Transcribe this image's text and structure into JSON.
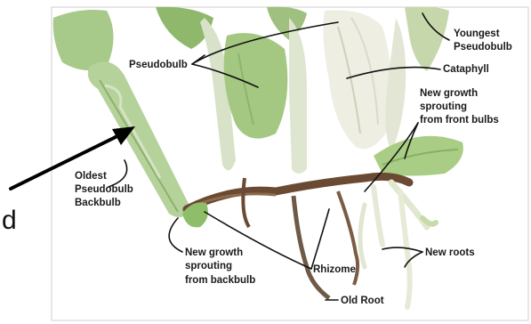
{
  "labels": {
    "pseudobulb": "Pseudobulb",
    "youngest_1": "Youngest",
    "youngest_2": "Pseudobulb",
    "cataphyll": "Cataphyll",
    "new_growth_front_1": "New growth",
    "new_growth_front_2": "sprouting",
    "new_growth_front_3": "from front bulbs",
    "oldest_1": "Oldest",
    "oldest_2": "Pseudobulb",
    "oldest_3": "Backbulb",
    "new_growth_back_1": "New growth",
    "new_growth_back_2": "sprouting",
    "new_growth_back_3": "from backbulb",
    "rhizome": "Rhizome",
    "new_roots": "New roots",
    "old_root": "Old Root"
  },
  "colors": {
    "pseudobulb_green": "#a9c98a",
    "pale_green": "#d9e6b8",
    "cataphyll_white": "#efeee2",
    "rhizome_brown": "#6b4a33",
    "root_white": "#e8ecd9"
  },
  "left_edge_text": "d"
}
